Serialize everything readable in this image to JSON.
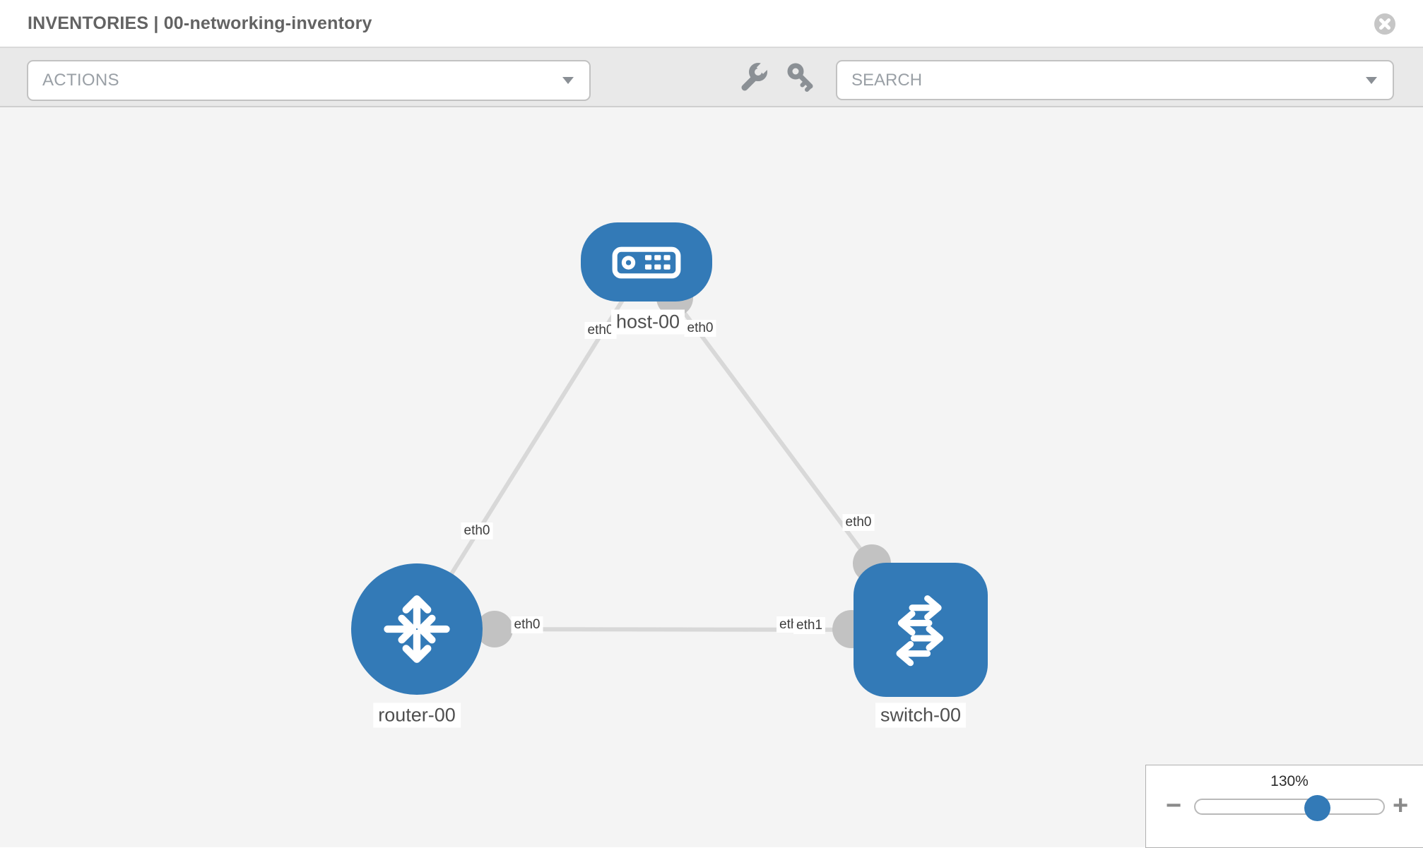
{
  "header": {
    "title": "INVENTORIES | 00-networking-inventory"
  },
  "toolbar": {
    "actions_label": "ACTIONS",
    "search_placeholder": "SEARCH"
  },
  "topology": {
    "nodes": [
      {
        "id": "host-00",
        "type": "host",
        "label": "host-00"
      },
      {
        "id": "router-00",
        "type": "router",
        "label": "router-00"
      },
      {
        "id": "switch-00",
        "type": "switch",
        "label": "switch-00"
      }
    ],
    "links": [
      {
        "from": "host-00",
        "to": "router-00",
        "from_interface": "eth0",
        "to_interface": "eth0"
      },
      {
        "from": "host-00",
        "to": "switch-00",
        "from_interface": "eth0",
        "to_interface": "eth0"
      },
      {
        "from": "router-00",
        "to": "switch-00",
        "from_interface": "eth0",
        "to_interface": "eth1"
      }
    ],
    "labels": {
      "host": "host-00",
      "router": "router-00",
      "switch": "switch-00",
      "host_left_iface": "eth0",
      "host_right_iface": "eth0",
      "router_host_iface": "eth0",
      "switch_host_iface": "eth0",
      "router_switch_iface": "eth0",
      "switch_router_iface_under": "eth0",
      "switch_router_iface_over": "eth1"
    }
  },
  "zoom_control": {
    "level": "130%",
    "minus_label": "−",
    "plus_label": "+"
  },
  "colors": {
    "node_blue": "#337ab7",
    "link_gray": "#d8d8d8",
    "interface_gray": "#c2c2c2",
    "canvas_bg": "#f4f4f4",
    "toolbar_bg": "#e9e9e9"
  }
}
